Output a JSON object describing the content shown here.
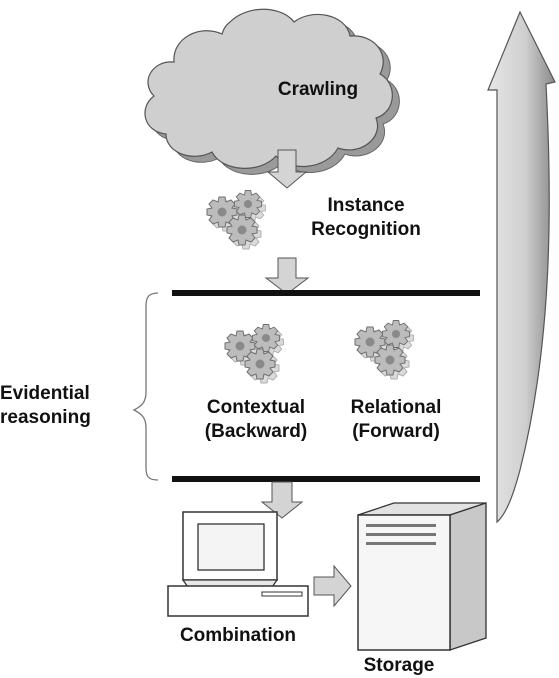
{
  "crawling": "Crawling",
  "instance_recognition": {
    "line1": "Instance",
    "line2": "Recognition"
  },
  "evidential_reasoning": {
    "line1": "Evidential",
    "line2": "reasoning"
  },
  "contextual": {
    "line1": "Contextual",
    "line2": "(Backward)"
  },
  "relational": {
    "line1": "Relational",
    "line2": "(Forward)"
  },
  "combination": "Combination",
  "storage": "Storage",
  "colors": {
    "cloud_fill": "#cfcfcf",
    "cloud_shadow": "#9a9a9a",
    "arrow_fill": "#d4d4d4",
    "gear_fill": "#b8b8b8",
    "bar": "#111111"
  },
  "icons": [
    "cloud-icon",
    "gears-icon",
    "computer-icon",
    "server-icon",
    "curved-arrow-icon"
  ]
}
